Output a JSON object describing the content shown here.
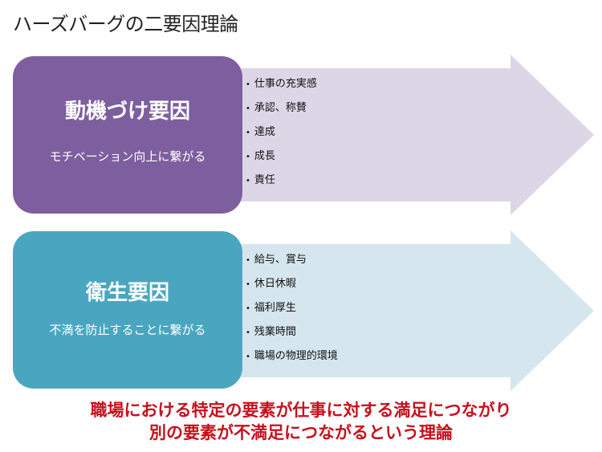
{
  "title": "ハーズバーグの二要因理論",
  "motivation": {
    "heading": "動機づけ要因",
    "subtitle": "モチベーション向上に繋がる",
    "items": [
      "仕事の充実感",
      "承認、称賛",
      "達成",
      "成長",
      "責任"
    ],
    "box_color": "#7d5e9e",
    "arrow_color": "#ddd6e6"
  },
  "hygiene": {
    "heading": "衛生要因",
    "subtitle": "不満を防止することに繋がる",
    "items": [
      "給与、賞与",
      "休日休暇",
      "福利厚生",
      "残業時間",
      "職場の物理的環境"
    ],
    "box_color": "#4aa6c0",
    "arrow_color": "#d5e6ee"
  },
  "conclusion": {
    "line1": "職場における特定の要素が仕事に対する満足につながり",
    "line2": "別の要素が不満足につながるという理論"
  }
}
